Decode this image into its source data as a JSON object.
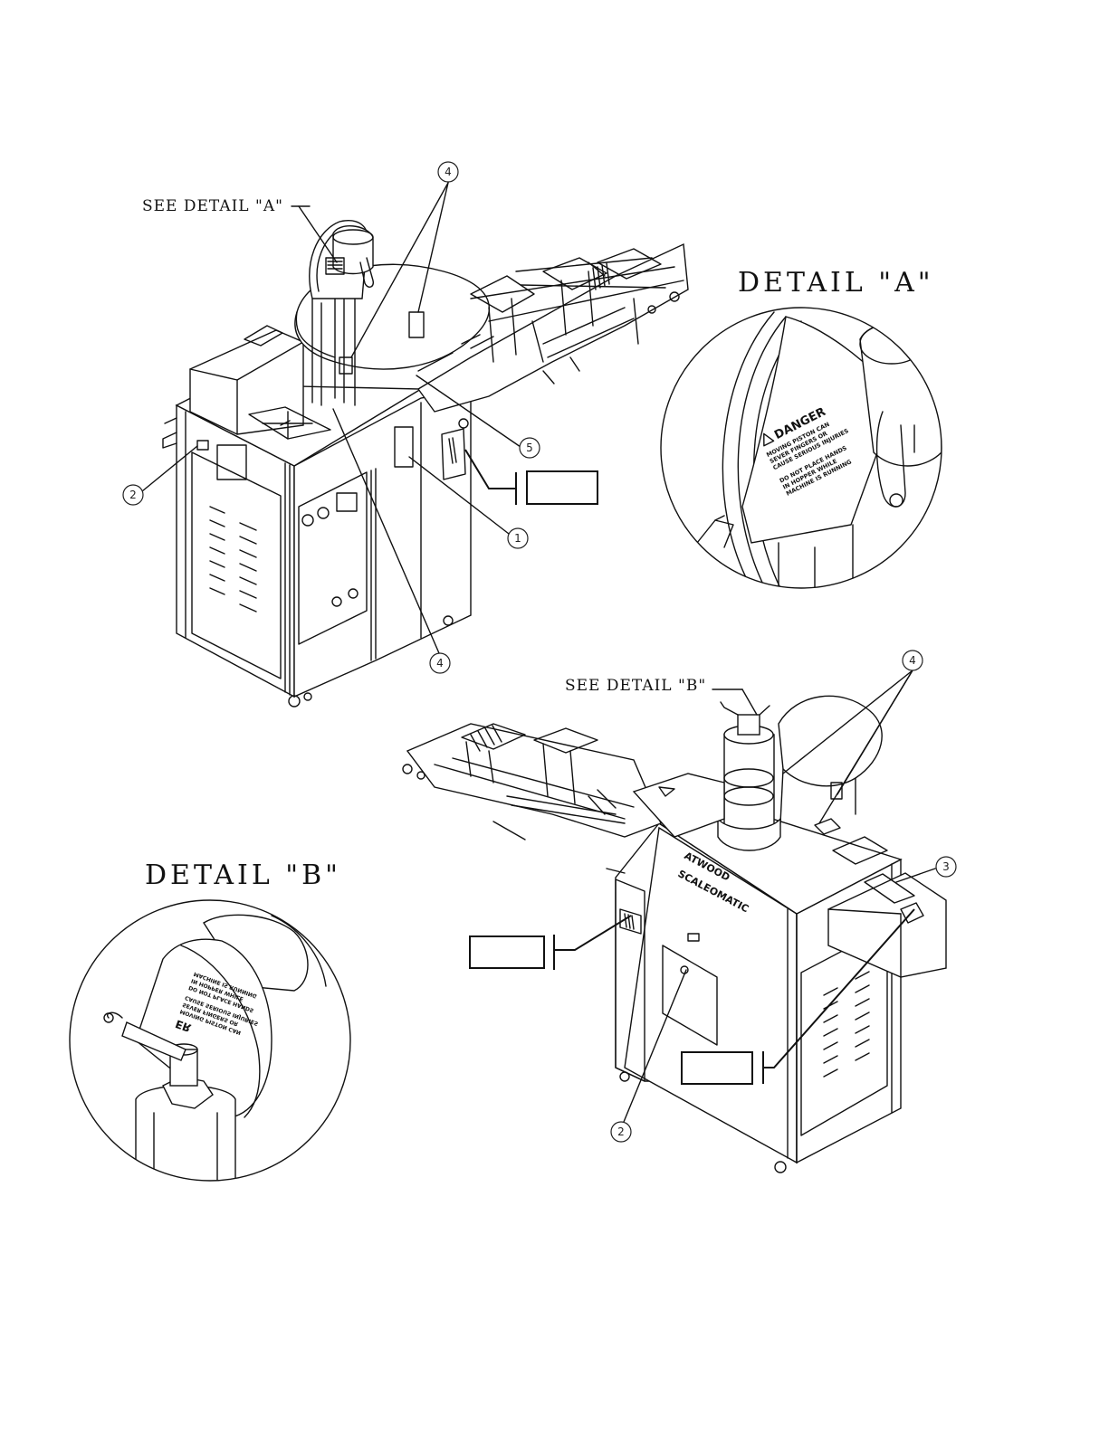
{
  "labels": {
    "see_detail_a": "SEE DETAIL \"A\"",
    "see_detail_b": "SEE DETAIL \"B\"",
    "detail_a": "DETAIL \"A\"",
    "detail_b": "DETAIL \"B\""
  },
  "balloons": {
    "one": "1",
    "two_left": "2",
    "two_bottom": "2",
    "three": "3",
    "four_top": "4",
    "four_mid": "4",
    "four_right": "4",
    "five": "5"
  },
  "decal_a": {
    "heading": "DANGER",
    "line1": "MOVING PISTON CAN",
    "line2": "SEVER FINGERS OR",
    "line3": "CAUSE SERIOUS INJURIES",
    "line4": "DO NOT PLACE HANDS",
    "line5": "IN HOPPER WHILE",
    "line6": "MACHINE IS RUNNING"
  },
  "decal_b": {
    "heading": "ER",
    "line1": "MOVING PISTON CAN",
    "line2": "SEVER FINGERS OR",
    "line3": "CAUSE SERIOUS INJURIES",
    "line4": "DO NOT PLACE HANDS",
    "line5": "IN HOPPER WHILE",
    "line6": "MACHINE IS RUNNING"
  },
  "branding": {
    "line1": "ATWOOD",
    "line2": "SCALEOMATIC"
  },
  "icons": {
    "warning": "warning-triangle-icon"
  }
}
